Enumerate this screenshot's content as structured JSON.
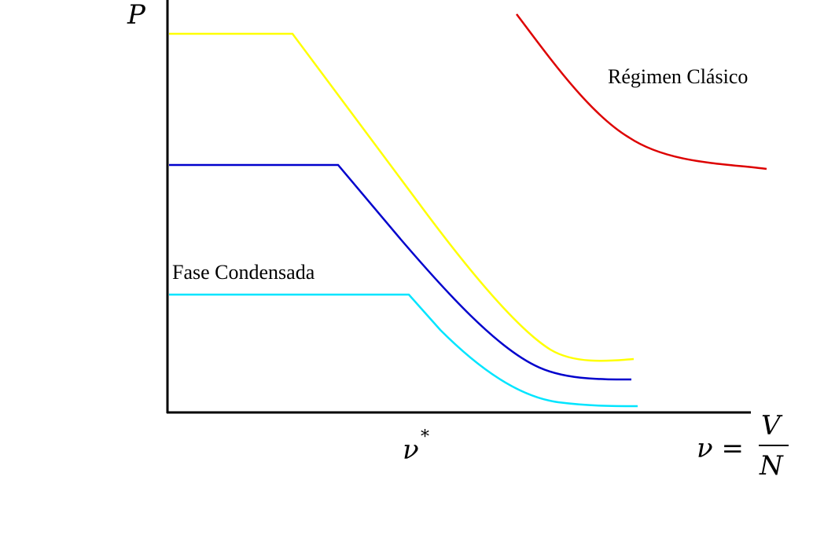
{
  "diagram": {
    "y_axis_label": "P",
    "x_axis_label_lhs": "ν =",
    "x_axis_frac_numerator": "V",
    "x_axis_frac_denominator": "N",
    "critical_label_base": "ν",
    "critical_label_sup": "*",
    "label_classical": "Régimen Clásico",
    "label_condensed": "Fase Condensada"
  },
  "colors": {
    "axis": "#000000",
    "yellow_curve": "#ffff00",
    "blue_curve": "#0000cc",
    "cyan_curve": "#00e5ff",
    "red_curve": "#dd0000"
  }
}
